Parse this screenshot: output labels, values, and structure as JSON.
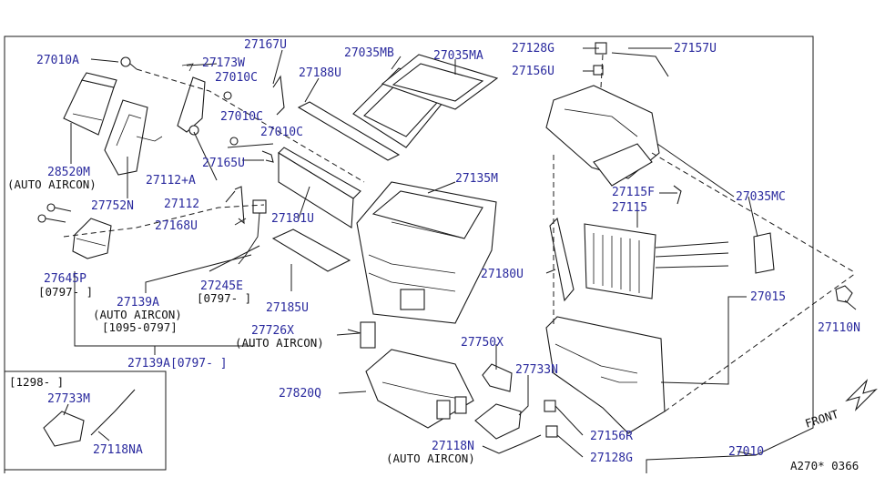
{
  "diagram_id": "A270* 0366",
  "front_label": "FRONT",
  "inset": {
    "date_range": "[1298-  ]",
    "parts": [
      "27733M",
      "27118NA"
    ]
  },
  "labels": {
    "p27010A": "27010A",
    "p27173W": "27173W",
    "p27010C_a": "27010C",
    "p27010C_b": "27010C",
    "p27010C_c": "27010C",
    "p27167U": "27167U",
    "p27188U": "27188U",
    "p27035MB": "27035MB",
    "p27035MA": "27035MA",
    "p27128G_top": "27128G",
    "p27157U": "27157U",
    "p27156U": "27156U",
    "p28520M": "28520M",
    "p28520M_note": "(AUTO AIRCON)",
    "p27165U": "27165U",
    "p27112A": "27112+A",
    "p27752N": "27752N",
    "p27112": "27112",
    "p27135M": "27135M",
    "p27115F": "27115F",
    "p27115": "27115",
    "p27035MC": "27035MC",
    "p27168U": "27168U",
    "p27181U": "27181U",
    "p27180U": "27180U",
    "p27645P": "27645P",
    "p27645P_date": "[0797-  ]",
    "p27245E": "27245E",
    "p27245E_date": "[0797-  ]",
    "p27015": "27015",
    "p27139A": "27139A",
    "p27139A_note": "(AUTO AIRCON)",
    "p27139A_date": "[1095-0797]",
    "p27185U": "27185U",
    "p27110N": "27110N",
    "p27726X": "27726X",
    "p27726X_note": "(AUTO AIRCON)",
    "p27139A_b": "27139A[0797-  ]",
    "p27750X": "27750X",
    "p27733N": "27733N",
    "p27820Q": "27820Q",
    "p27156R": "27156R",
    "p27118N": "27118N",
    "p27118N_note": "(AUTO AIRCON)",
    "p27128G_bot": "27128G",
    "p27010": "27010",
    "inset_27733M": "27733M",
    "inset_27118NA": "27118NA"
  }
}
